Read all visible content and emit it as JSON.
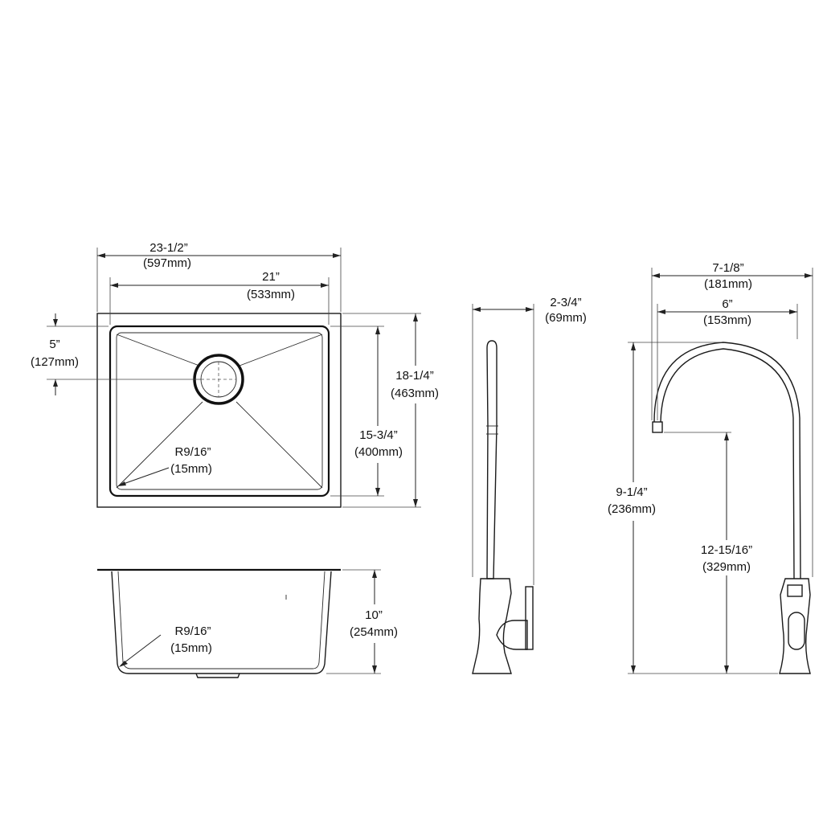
{
  "sink_top": {
    "overall_width": "23-1/2”",
    "overall_width_mm": "(597mm)",
    "bowl_width": "21”",
    "bowl_width_mm": "(533mm)",
    "drain_offset": "5”",
    "drain_offset_mm": "(127mm)",
    "overall_depth": "18-1/4”",
    "overall_depth_mm": "(463mm)",
    "bowl_depth": "15-3/4”",
    "bowl_depth_mm": "(400mm)",
    "corner_radius": "R9/16”",
    "corner_radius_mm": "(15mm)"
  },
  "sink_side": {
    "bowl_height": "10”",
    "bowl_height_mm": "(254mm)",
    "corner_radius": "R9/16”",
    "corner_radius_mm": "(15mm)"
  },
  "faucet_side": {
    "base_depth": "2-3/4”",
    "base_depth_mm": "(69mm)"
  },
  "faucet_front": {
    "overall_reach": "7-1/8”",
    "overall_reach_mm": "(181mm)",
    "spout_reach": "6”",
    "spout_reach_mm": "(153mm)",
    "spout_height": "9-1/4”",
    "spout_height_mm": "(236mm)",
    "overall_height": "12-15/16”",
    "overall_height_mm": "(329mm)"
  }
}
